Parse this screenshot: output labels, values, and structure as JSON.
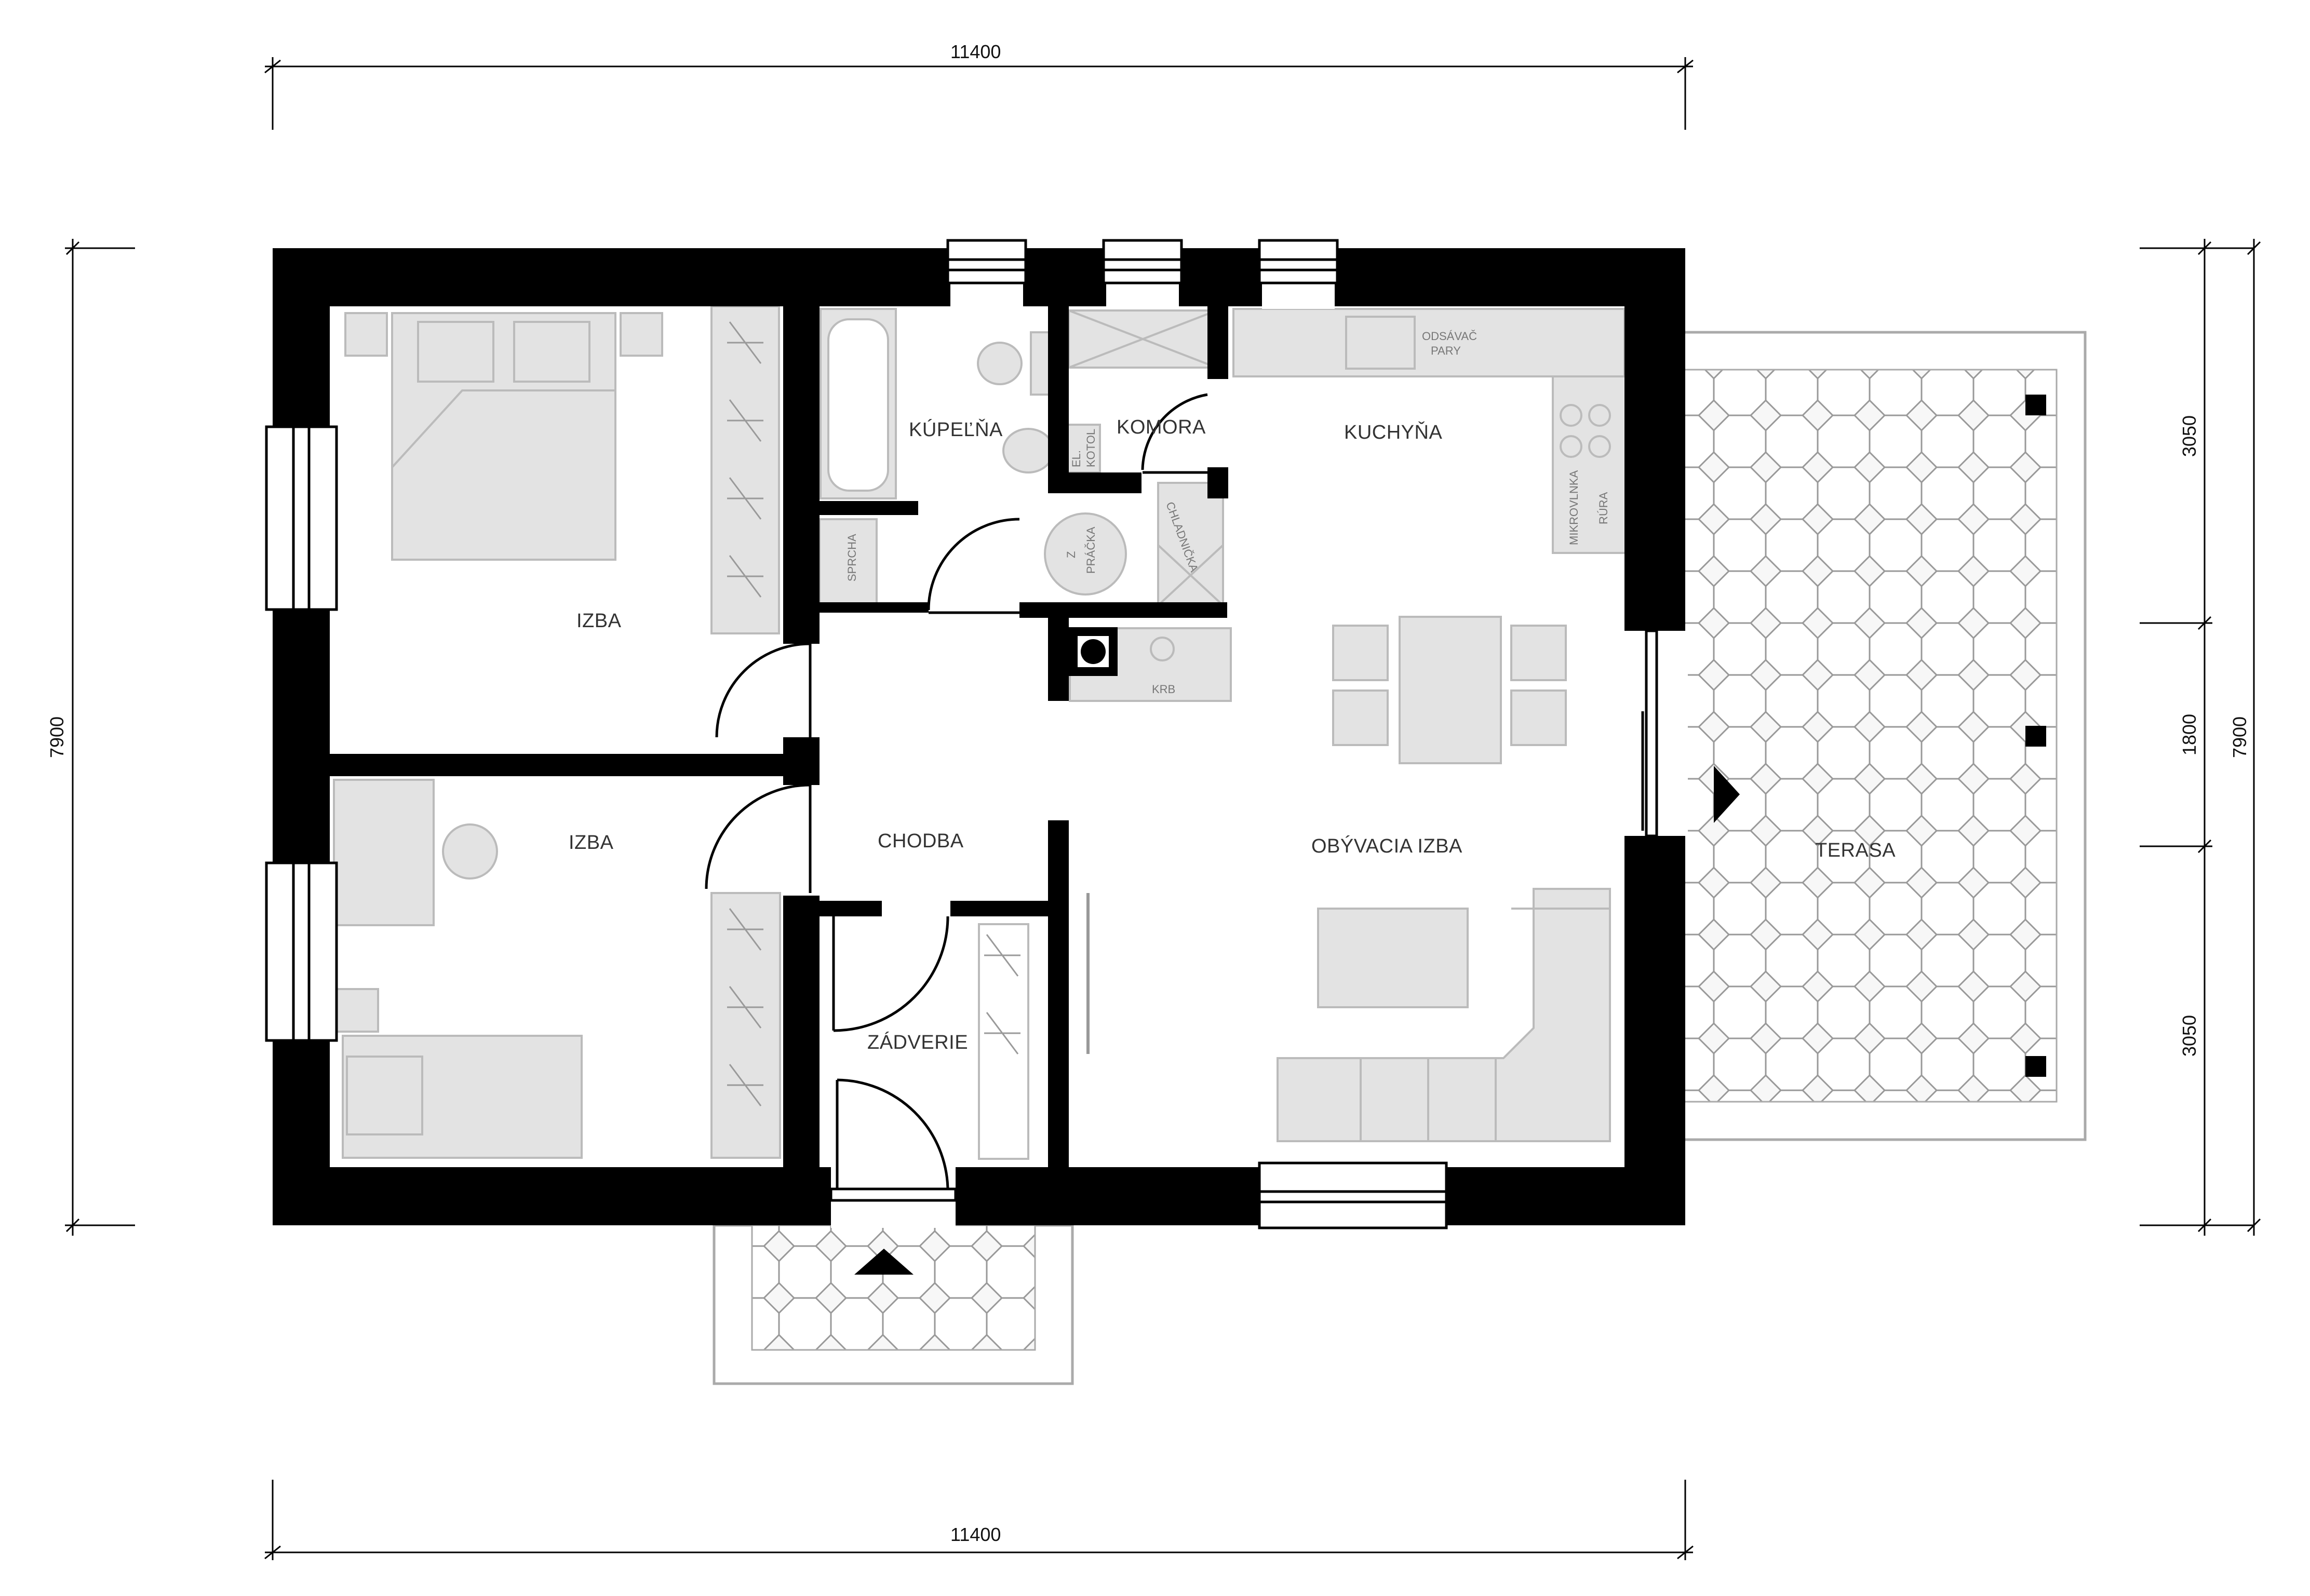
{
  "dimensions": {
    "top_width": "11400",
    "bottom_width": "11400",
    "left_height": "7900",
    "right_segment_top": "3050",
    "right_segment_mid": "1800",
    "right_segment_bottom": "3050",
    "right_total": "7900"
  },
  "rooms": {
    "bedroom_1": "IZBA",
    "bedroom_2": "IZBA",
    "bathroom": "KÚPEĽŇA",
    "pantry": "KOMORA",
    "kitchen": "KUCHYŇA",
    "hallway": "CHODBA",
    "living_room": "OBÝVACIA IZBA",
    "vestibule": "ZÁDVERIE",
    "terrace": "TERASA"
  },
  "fixtures": {
    "shower": "SPRCHA",
    "boiler_line1": "EL.",
    "boiler_line2": "KOTOL",
    "washer_letter": "Z",
    "washer": "PRÁČKA",
    "fridge": "CHLADNIČKA",
    "fireplace": "KRB",
    "hood_line1": "ODSÁVAČ",
    "hood_line2": "PARY",
    "microwave": "MIKROVLNKA",
    "oven": "RÚRA"
  },
  "colors": {
    "wall": "#000000",
    "furniture": "#e3e3e3",
    "outline": "#bbbbbb",
    "paving": "#f4f4f4"
  }
}
